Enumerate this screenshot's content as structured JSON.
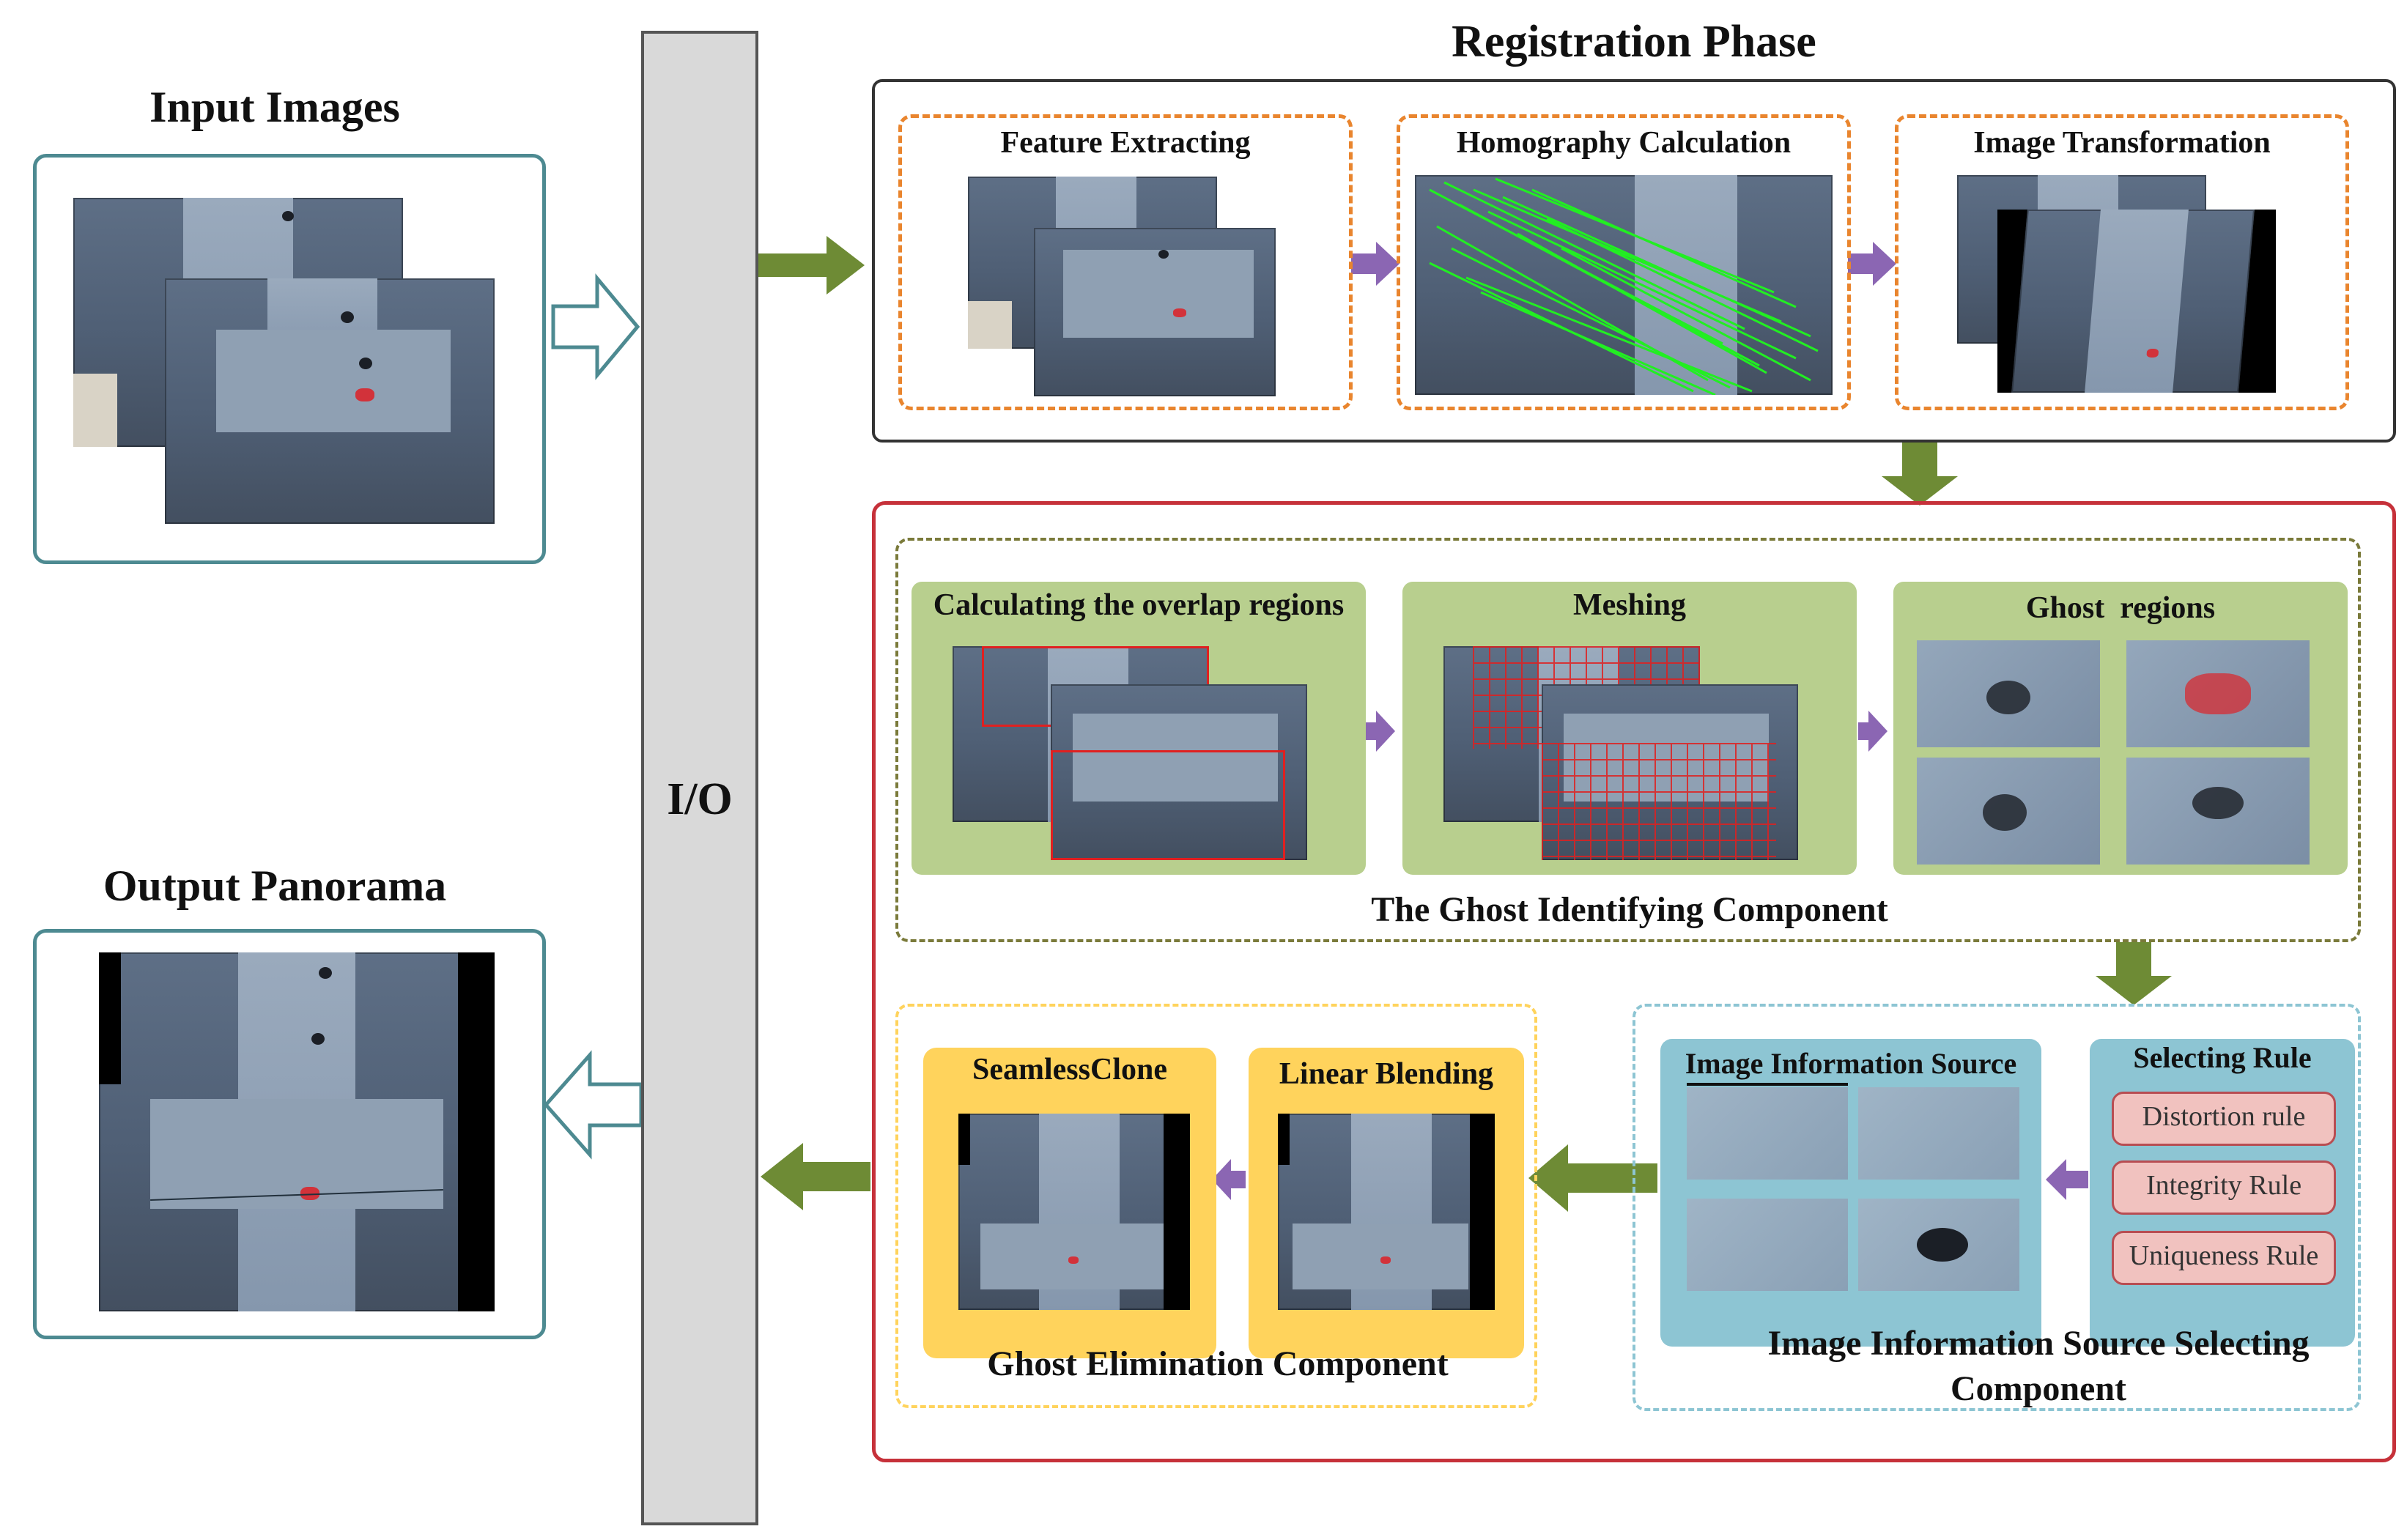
{
  "io": {
    "label": "I/O"
  },
  "input": {
    "title": "Input Images"
  },
  "output": {
    "title": "Output Panorama"
  },
  "registration": {
    "title": "Registration Phase",
    "steps": [
      "Feature Extracting",
      "Homography Calculation",
      "Image Transformation"
    ]
  },
  "ghost_identifying": {
    "caption": "The Ghost Identifying Component",
    "steps": [
      "Calculating the overlap regions",
      "Meshing",
      "Ghost  regions"
    ]
  },
  "source_selecting": {
    "caption_line1": "Image Information Source Selecting",
    "caption_line2": "Component",
    "source_title": "Image Information Source",
    "rule_title": "Selecting Rule",
    "rules": [
      "Distortion rule",
      "Integrity Rule",
      "Uniqueness Rule"
    ]
  },
  "ghost_elimination": {
    "caption": "Ghost Elimination Component",
    "steps": [
      "SeamlessClone",
      "Linear Blending"
    ]
  },
  "colors": {
    "green_arrow": "#6e8b35",
    "purple_arrow": "#8b66b3",
    "io_bar": "#d9d9d9",
    "teal_border": "#4d8a91",
    "orange_dash": "#e9852e",
    "red_border": "#c6313a",
    "green_panel": "#b8cf8e",
    "teal_panel": "#8dc5d3",
    "yellow_panel": "#ffd35c",
    "match_lines": "#22ee22"
  }
}
